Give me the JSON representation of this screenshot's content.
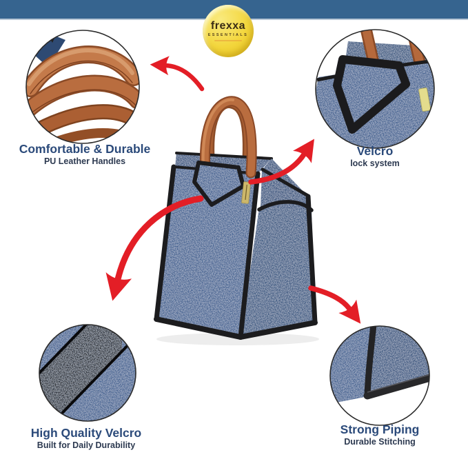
{
  "brand": {
    "name": "frexxa",
    "tagline": "ESSENTIALS"
  },
  "features": [
    {
      "id": "handles",
      "title": "Comfortable & Durable",
      "subtitle": "PU Leather Handles"
    },
    {
      "id": "velcro-lock",
      "title": "Velcro",
      "subtitle": "lock system"
    },
    {
      "id": "velcro-quality",
      "title": "High Quality Velcro",
      "subtitle": "Built for Daily Durability"
    },
    {
      "id": "piping",
      "title": "Strong Piping",
      "subtitle": "Durable Stitching"
    }
  ],
  "colors": {
    "top_bar": "#36648f",
    "top_bar_edge": "#b9c7d6",
    "logo_yellow": "#f3d63c",
    "arrow_red": "#e31e26",
    "title_text": "#2b4a7a",
    "subtitle_text": "#2c3950",
    "bag_blue": "#3d5f91",
    "bag_blue_dark": "#32527f",
    "handle_brown": "#b5693c",
    "piping_black": "#1c1c1e",
    "tag_gold": "#cdb86b"
  }
}
